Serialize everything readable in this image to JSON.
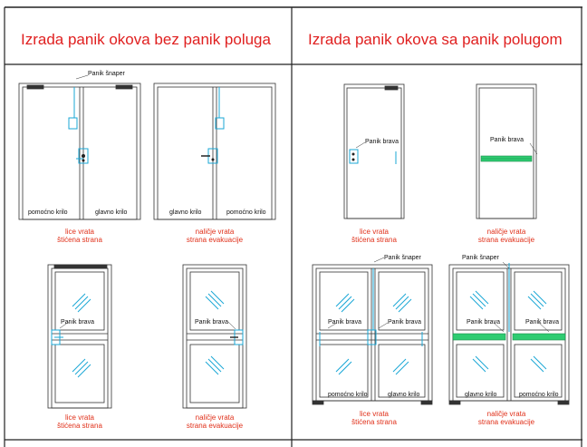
{
  "headers": {
    "left": "Izrada panik okova bez panik poluga",
    "right": "Izrada panik okova sa panik polugom"
  },
  "labels": {
    "panik_snaper": "Panik šnaper",
    "panik_brava": "Panik brava",
    "pomocno_krilo": "pomoćno krilo",
    "glavno_krilo": "glavno krilo"
  },
  "captions": {
    "lice_1": "lice vrata",
    "lice_2": "štićena strana",
    "nalicje_1": "naličje vrata",
    "nalicje_2": "strana evakuacije"
  },
  "colors": {
    "accent": "#1aa7d6",
    "panic_bar": "#2ecc71",
    "header_text": "#e02020",
    "caption_text": "#e0301a"
  }
}
